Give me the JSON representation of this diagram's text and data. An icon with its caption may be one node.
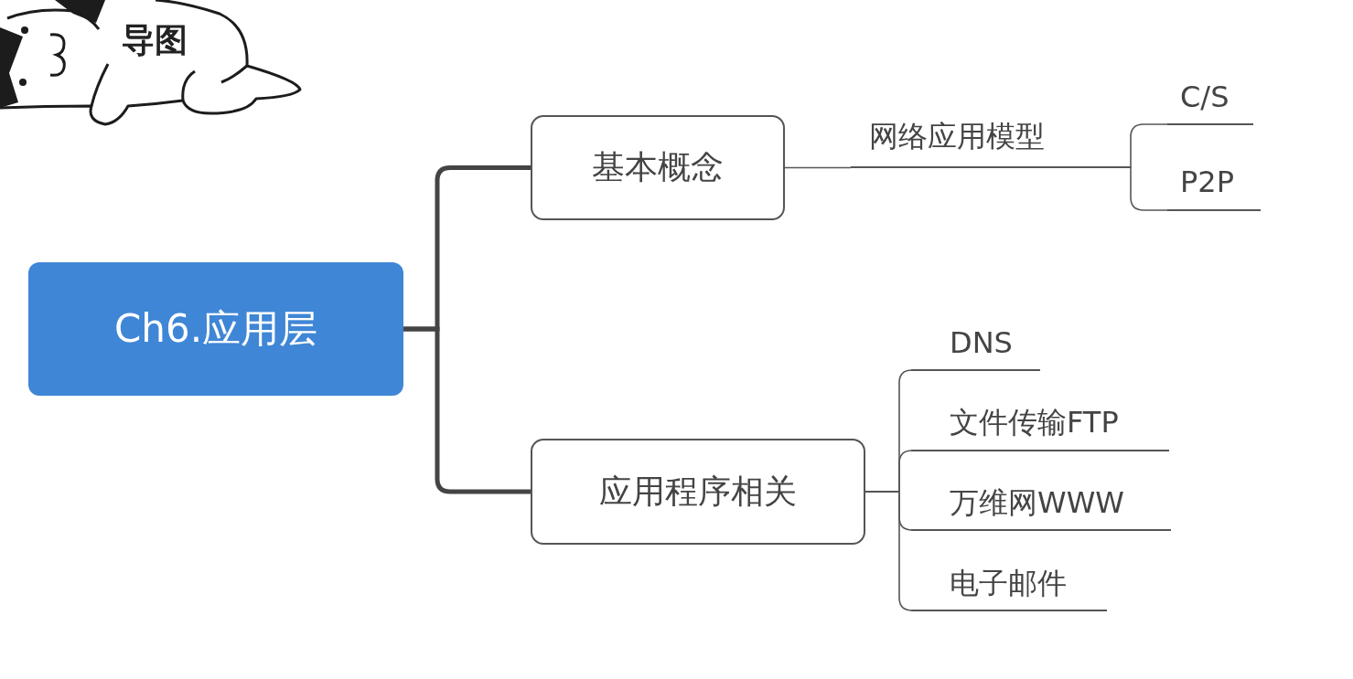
{
  "diagram": {
    "nodes": [
      {
        "text": [
          "Ch6.应用层"
        ]
      },
      {
        "text": [
          "基本概念"
        ]
      },
      {
        "text": [
          "网络应用模型"
        ]
      },
      {
        "text": [
          "C/S"
        ]
      },
      {
        "text": [
          "P2P"
        ]
      },
      {
        "text": [
          "应用程序相关"
        ]
      },
      {
        "text": [
          "DNS"
        ]
      },
      {
        "text": [
          "文件传输FTP"
        ]
      },
      {
        "text": [
          "万维网WWW"
        ]
      },
      {
        "text": [
          "电子邮件"
        ]
      }
    ],
    "edges": [
      {
        "from": 0,
        "to": 1,
        "arrow": "none",
        "style": "thick"
      },
      {
        "from": 0,
        "to": 5,
        "arrow": "none",
        "style": "thick"
      },
      {
        "from": 1,
        "to": 2,
        "arrow": "none"
      },
      {
        "from": 2,
        "to": 3,
        "arrow": "none"
      },
      {
        "from": 2,
        "to": 4,
        "arrow": "none"
      },
      {
        "from": 5,
        "to": 6,
        "arrow": "none"
      },
      {
        "from": 5,
        "to": 7,
        "arrow": "none"
      },
      {
        "from": 5,
        "to": 8,
        "arrow": "none"
      },
      {
        "from": 5,
        "to": 9,
        "arrow": "none"
      }
    ],
    "labels": [
      "导图"
    ]
  }
}
